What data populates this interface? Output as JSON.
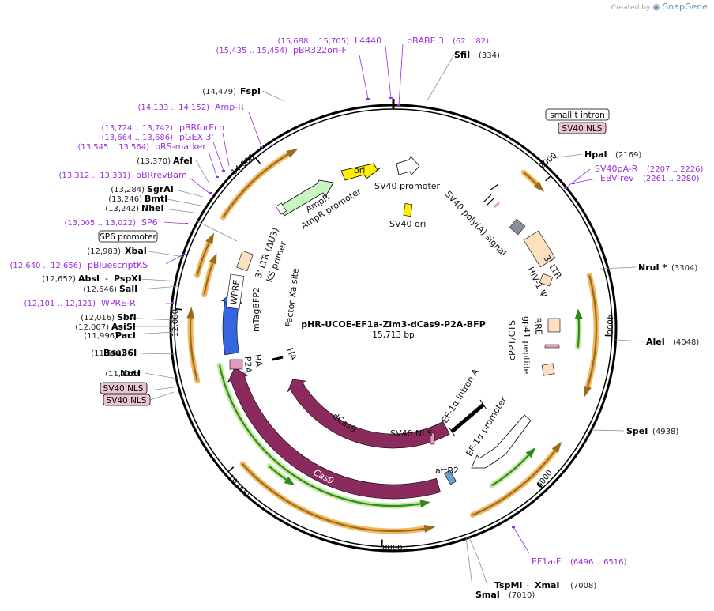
{
  "credit": {
    "prefix": "Created by",
    "brand": "SnapGene"
  },
  "map": {
    "name": "pHR-UCOE-EF1a-Zim3-dCas9-P2A-BFP",
    "length": "15,713 bp",
    "ticks": [
      "2000",
      "4000",
      "6000",
      "8000",
      "10,000",
      "12,000",
      "14,000"
    ]
  },
  "sites": [
    {
      "name": "SfiI",
      "coord": "(334)"
    },
    {
      "name": "HpaI",
      "coord": "(2169)"
    },
    {
      "name": "NruI *",
      "coord": "(3304)"
    },
    {
      "name": "AleI",
      "coord": "(4048)"
    },
    {
      "name": "SpeI",
      "coord": "(4938)"
    },
    {
      "name": "TspMI",
      "coord": "(7008)"
    },
    {
      "name": "XmaI",
      "coord": ""
    },
    {
      "name": "SmaI",
      "coord": "(7010)"
    },
    {
      "name": "NotI",
      "coord": "(11,225)"
    },
    {
      "name": "Bsu36I",
      "coord": "(11,551)"
    },
    {
      "name": "PacI",
      "coord": "(11,996)"
    },
    {
      "name": "AsiSI",
      "coord": "(12,007)"
    },
    {
      "name": "SbfI",
      "coord": "(12,016)"
    },
    {
      "name": "SalI",
      "coord": "(12,646)"
    },
    {
      "name": "AbsI",
      "coord": "(12,652)"
    },
    {
      "name": "PspXI",
      "coord": ""
    },
    {
      "name": "XbaI",
      "coord": "(12,983)"
    },
    {
      "name": "NheI",
      "coord": "(13,242)"
    },
    {
      "name": "BmtI",
      "coord": "(13,246)"
    },
    {
      "name": "SgrAI",
      "coord": "(13,284)"
    },
    {
      "name": "AfeI",
      "coord": "(13,370)"
    },
    {
      "name": "FspI",
      "coord": "(14,479)"
    }
  ],
  "primers": [
    {
      "name": "pBABE 3'",
      "coord": "(62 .. 82)"
    },
    {
      "name": "L4440",
      "coord": "(15,688 .. 15,705)"
    },
    {
      "name": "pBR322ori-F",
      "coord": "(15,435 .. 15,454)"
    },
    {
      "name": "Amp-R",
      "coord": "(14,133 .. 14,152)"
    },
    {
      "name": "pBRforEco",
      "coord": "(13,724 .. 13,742)"
    },
    {
      "name": "pGEX 3'",
      "coord": "(13,664 .. 13,686)"
    },
    {
      "name": "pRS-marker",
      "coord": "(13,545 .. 13,564)"
    },
    {
      "name": "pBRrevBam",
      "coord": "(13,312 .. 13,331)"
    },
    {
      "name": "SP6",
      "coord": "(13,005 .. 13,022)"
    },
    {
      "name": "pBluescriptKS",
      "coord": "(12,640 .. 12,656)"
    },
    {
      "name": "WPRE-R",
      "coord": "(12,101 .. 12,121)"
    },
    {
      "name": "SV40pA-R",
      "coord": "(2207 .. 2226)"
    },
    {
      "name": "EBV-rev",
      "coord": "(2261 .. 2280)"
    },
    {
      "name": "EF1a-F",
      "coord": "(6496 .. 6516)"
    }
  ],
  "boxed": [
    {
      "name": "small t intron",
      "style": "plain"
    },
    {
      "name": "SV40 NLS",
      "style": "pink"
    },
    {
      "name": "SP6 promoter",
      "style": "plain"
    },
    {
      "name": "SV40 NLS",
      "style": "pink"
    },
    {
      "name": "SV40 NLS",
      "style": "pink"
    }
  ],
  "features": [
    "ori",
    "SV40 promoter",
    "SV40 ori",
    "SV40 poly(A) signal",
    "AmpR",
    "AmpR promoter",
    "3' LTR (ΔU3)",
    "KS primer",
    "Factor Xa site",
    "WPRE",
    "mTagBFP2",
    "P2A",
    "HA",
    "HA",
    "dCas9",
    "Cas9",
    "SV40 NLS",
    "EF-1α intron A",
    "EF-1α promoter",
    "attB2",
    "3' LTR",
    "HIV-1 Ψ",
    "RRE",
    "gp41 peptide",
    "cPPT/CTS"
  ],
  "colors": {
    "backbone": "#000000",
    "orf_orange": "#f0b860",
    "orf_brown": "#9c6a1a",
    "orf_green": "#2f8a1a",
    "orf_green_halo": "#c9e8a8",
    "cas9": "#8b2a5c",
    "bfp": "#3366e0",
    "ori": "#ffee00",
    "ampr": "#c8f5c0",
    "ltr": "#fde0c0",
    "primer": "#9b30d9",
    "gray": "#8a9099"
  }
}
